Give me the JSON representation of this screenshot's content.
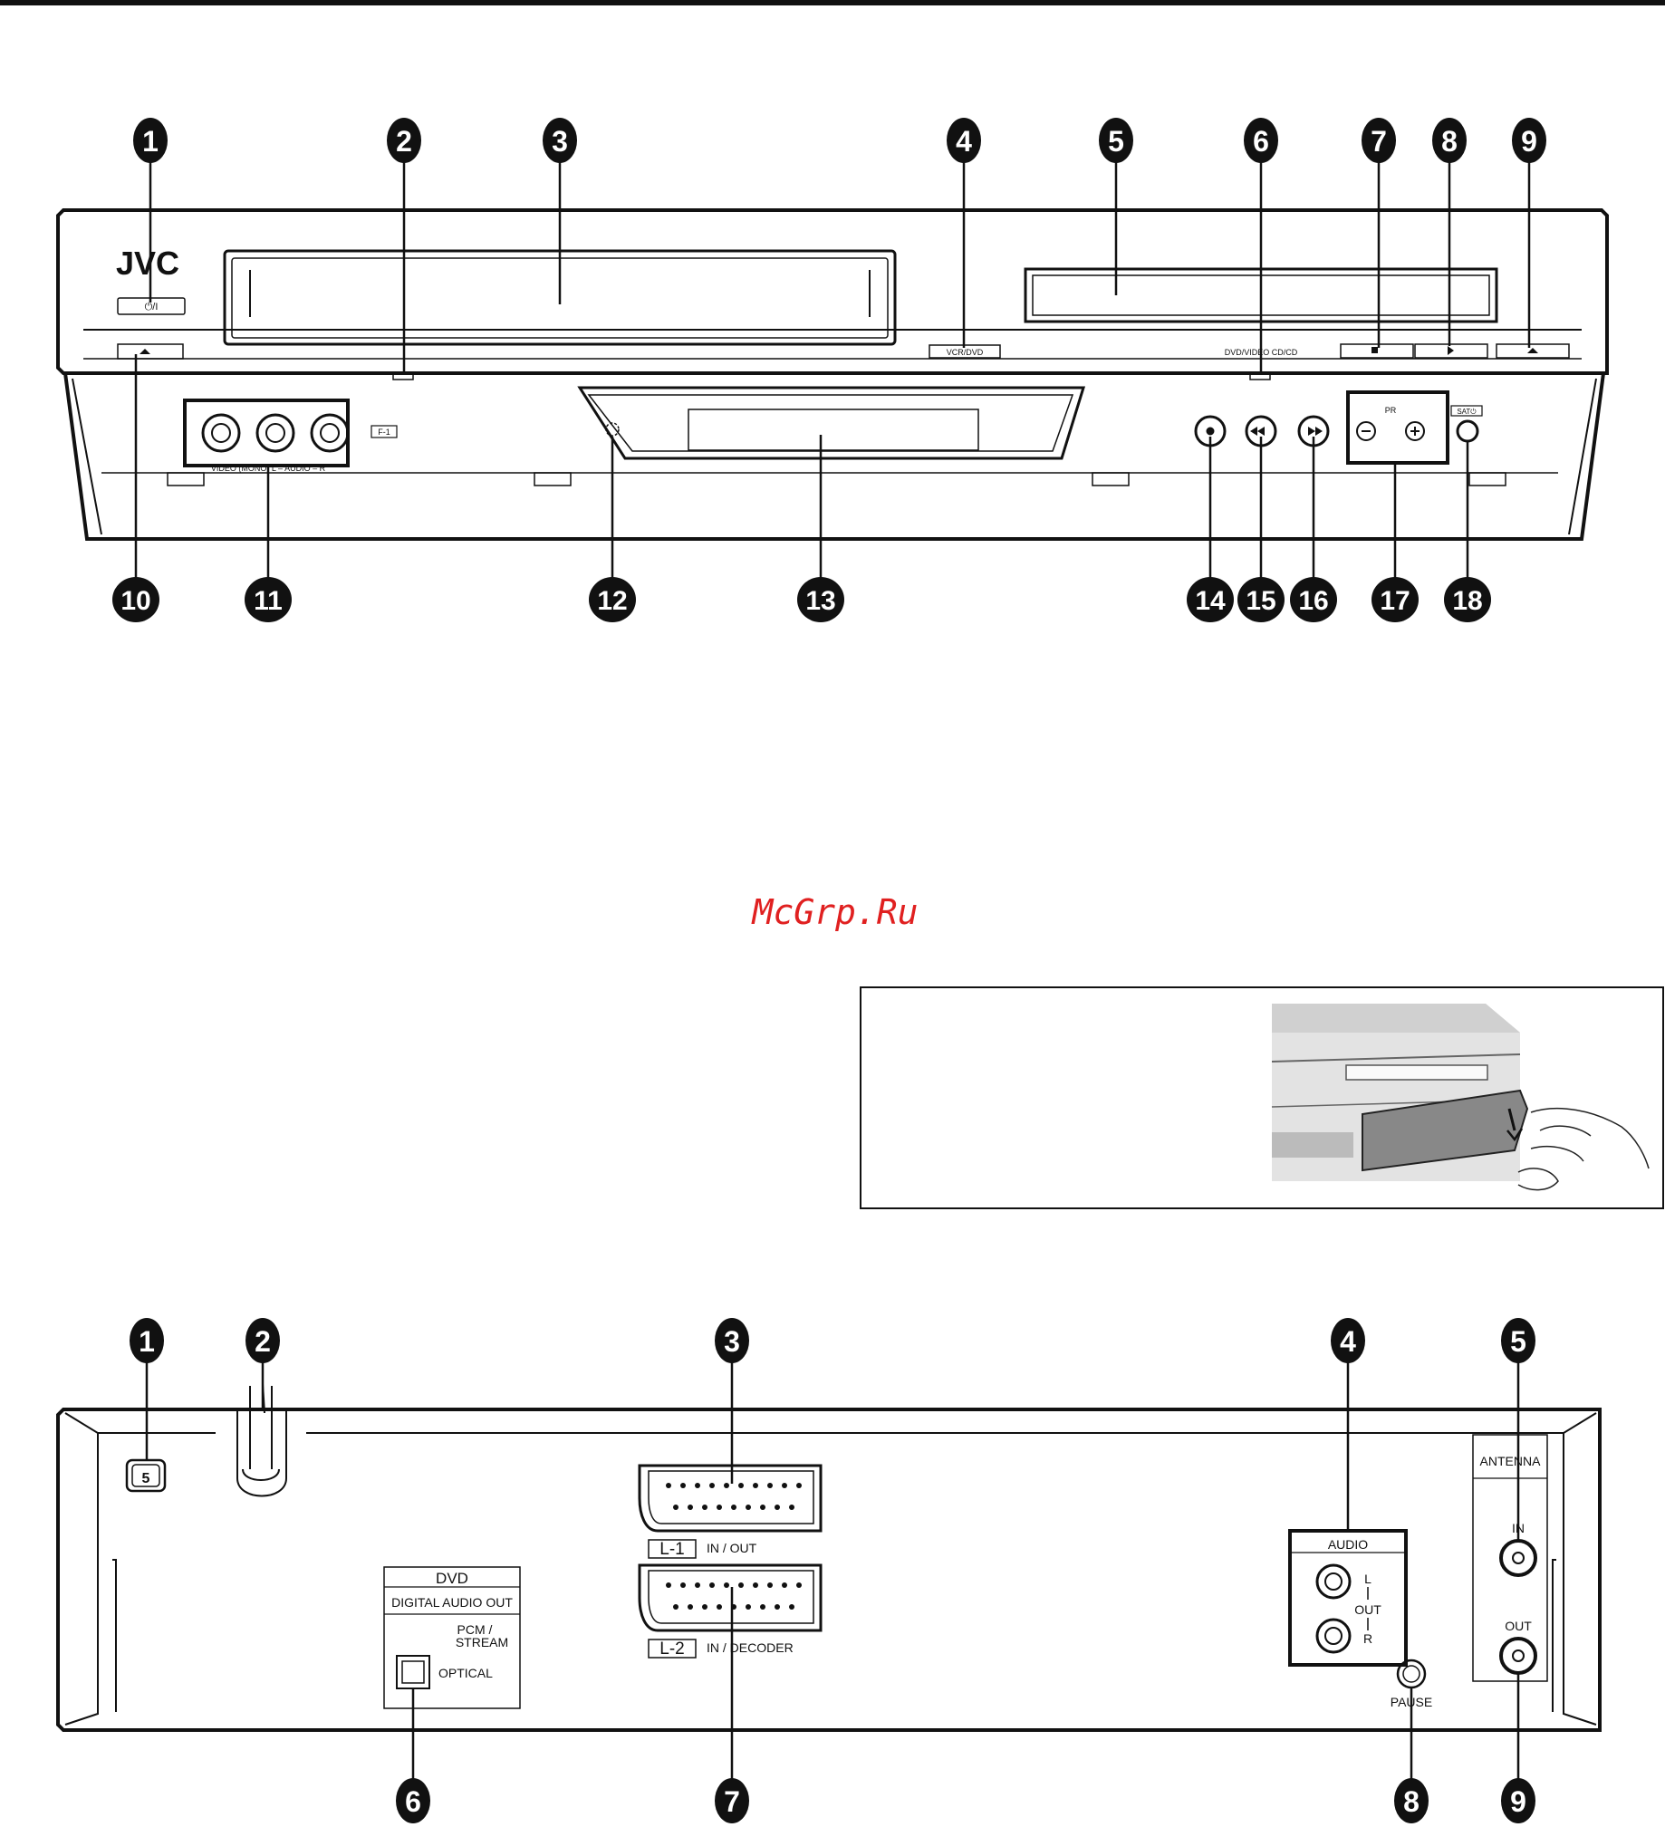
{
  "top_rule_color": "#111111",
  "watermark": {
    "text": "McGrp.Ru",
    "color": "#e02020"
  },
  "front": {
    "brand": "JVC",
    "labels": {
      "power": "⏻/I",
      "vcr_dvd": "VCR/DVD",
      "dvd_video": "DVD/VIDEO CD/CD",
      "f1": "F-1",
      "video_audio": "VIDEO (MONO) L – AUDIO – R",
      "pr": "PR",
      "sat": "SAT⏻"
    },
    "callouts_top": [
      "1",
      "2",
      "3",
      "4",
      "5",
      "6",
      "7",
      "8",
      "9"
    ],
    "callouts_bottom": [
      "10",
      "11",
      "12",
      "13",
      "14",
      "15",
      "16",
      "17",
      "18"
    ]
  },
  "rear": {
    "labels": {
      "dvd": "DVD",
      "digital_audio_out": "DIGITAL AUDIO OUT",
      "pcm": "PCM /",
      "stream": "STREAM",
      "optical": "OPTICAL",
      "l1": "L-1",
      "in_out": "IN / OUT",
      "l2": "L-2",
      "in_decoder": "IN / DECODER",
      "audio": "AUDIO",
      "l": "L",
      "out": "OUT",
      "r": "R",
      "pause": "PAUSE",
      "antenna": "ANTENNA",
      "in": "IN",
      "ant_out": "OUT",
      "region": "5"
    },
    "callouts_top": [
      "1",
      "2",
      "3",
      "4",
      "5"
    ],
    "callouts_bottom": [
      "6",
      "7",
      "8",
      "9"
    ]
  }
}
